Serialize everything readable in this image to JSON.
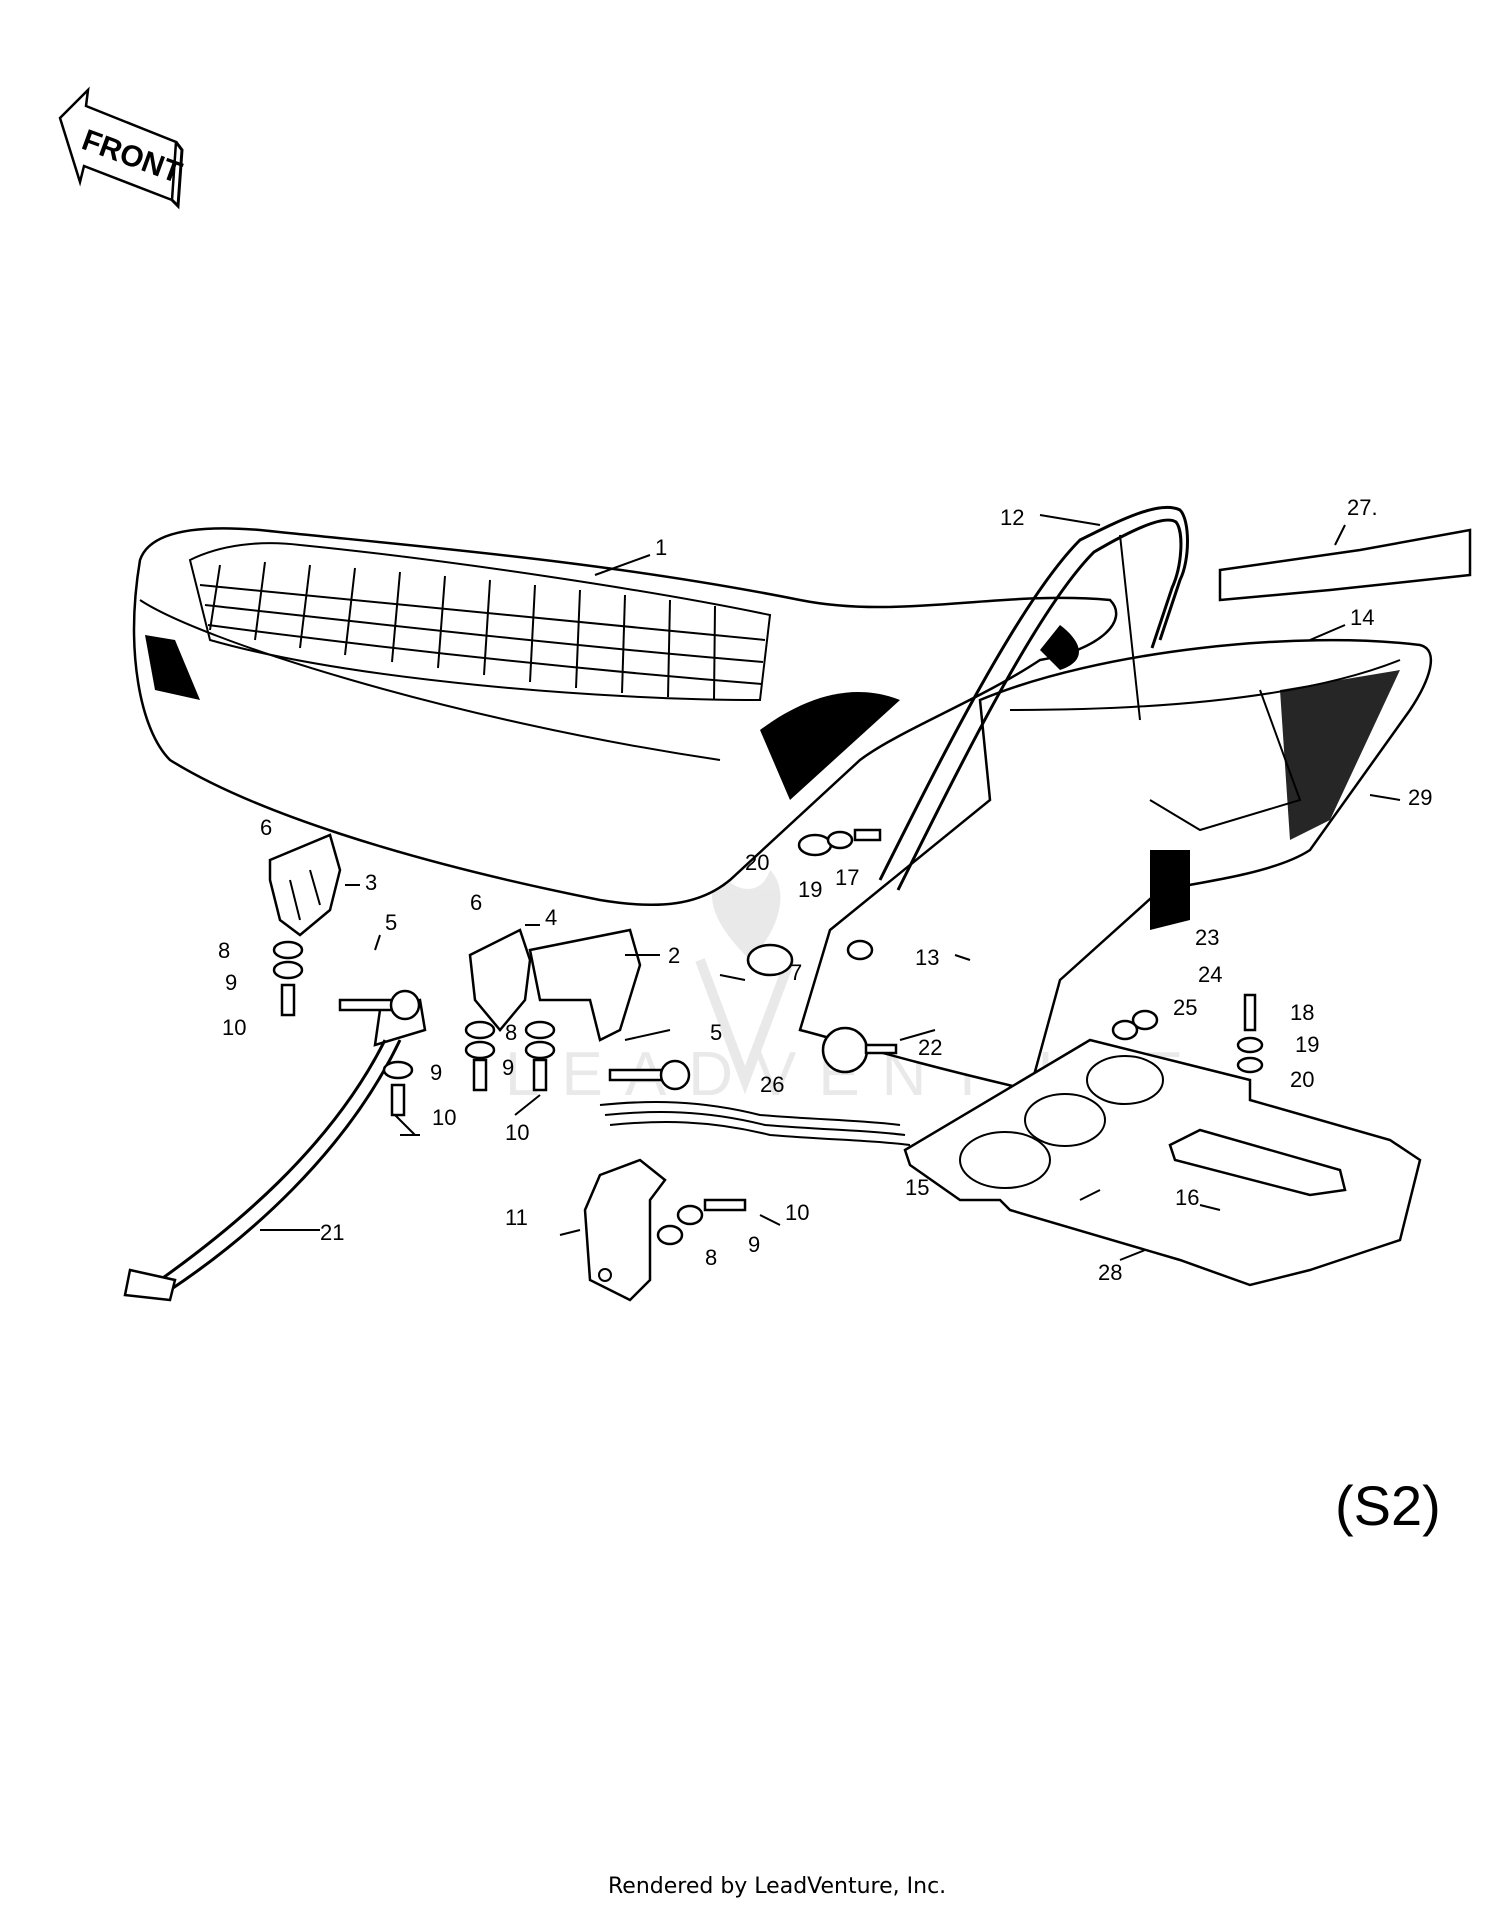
{
  "front_label": "FRONT",
  "variant_label": "(S2)",
  "footer_text": "Rendered by LeadVenture, Inc.",
  "watermark_text": "LEADVENTURE",
  "callouts": {
    "c1": "1",
    "c2": "2",
    "c3": "3",
    "c4": "4",
    "c5a": "5",
    "c5b": "5",
    "c6a": "6",
    "c6b": "6",
    "c7": "7",
    "c8a": "8",
    "c8b": "8",
    "c8c": "8",
    "c9a": "9",
    "c9b": "9",
    "c9c": "9",
    "c9d": "9",
    "c10a": "10",
    "c10b": "10",
    "c10c": "10",
    "c10d": "10",
    "c11": "11",
    "c12": "12",
    "c13": "13",
    "c14": "14",
    "c15": "15",
    "c16": "16",
    "c17": "17",
    "c18": "18",
    "c19a": "19",
    "c19b": "19",
    "c20a": "20",
    "c20b": "20",
    "c21": "21",
    "c22": "22",
    "c23": "23",
    "c24": "24",
    "c25": "25",
    "c26": "26",
    "c27": "27.",
    "c28": "28",
    "c29": "29"
  }
}
